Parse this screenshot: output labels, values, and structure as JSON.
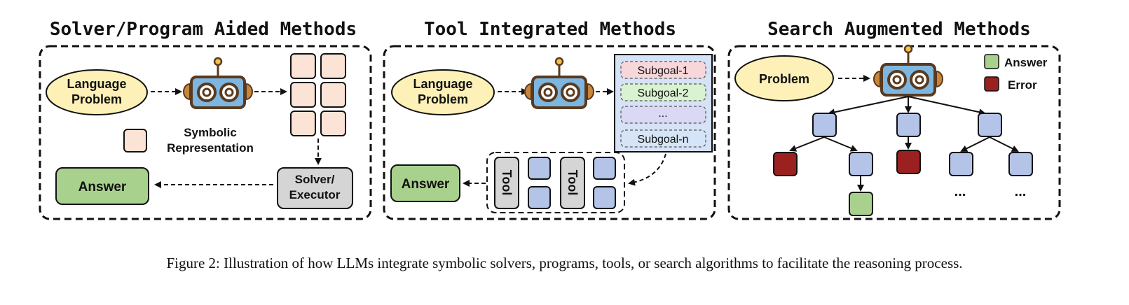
{
  "panels": [
    {
      "title": "Solver/Program Aided Methods",
      "input": "Language\nProblem",
      "legend": "Symbolic\nRepresentation",
      "executor": "Solver/\nExecutor",
      "output": "Answer"
    },
    {
      "title": "Tool Integrated Methods",
      "input": "Language\nProblem",
      "subgoals": [
        "Subgoal-1",
        "Subgoal-2",
        "...",
        "Subgoal-n"
      ],
      "tool_label": "Tool",
      "output": "Answer"
    },
    {
      "title": "Search Augmented Methods",
      "input": "Problem",
      "legend": [
        {
          "label": "Answer",
          "color": "#a9d18e"
        },
        {
          "label": "Error",
          "color": "#9b2020"
        }
      ],
      "ellipsis": "..."
    }
  ],
  "caption": "Figure 2: Illustration of how LLMs integrate symbolic solvers, programs, tools, or search algorithms to facilitate the reasoning process.",
  "colors": {
    "yellow": "#fdf1b8",
    "peach": "#fbe3d6",
    "blue": "#b4c3e8",
    "green": "#a9d18e",
    "gray": "#d5d5d5",
    "red": "#9b2020",
    "robot_face": "#7db6e0",
    "robot_frame": "#5a3a1e",
    "robot_ear": "#c9853a",
    "sub_pink": "#f8d7da",
    "sub_green": "#d9f2d0",
    "sub_lav": "#dad8f5",
    "sub_blue": "#d6e4f7",
    "panel_blue": "#d6e2f5"
  }
}
